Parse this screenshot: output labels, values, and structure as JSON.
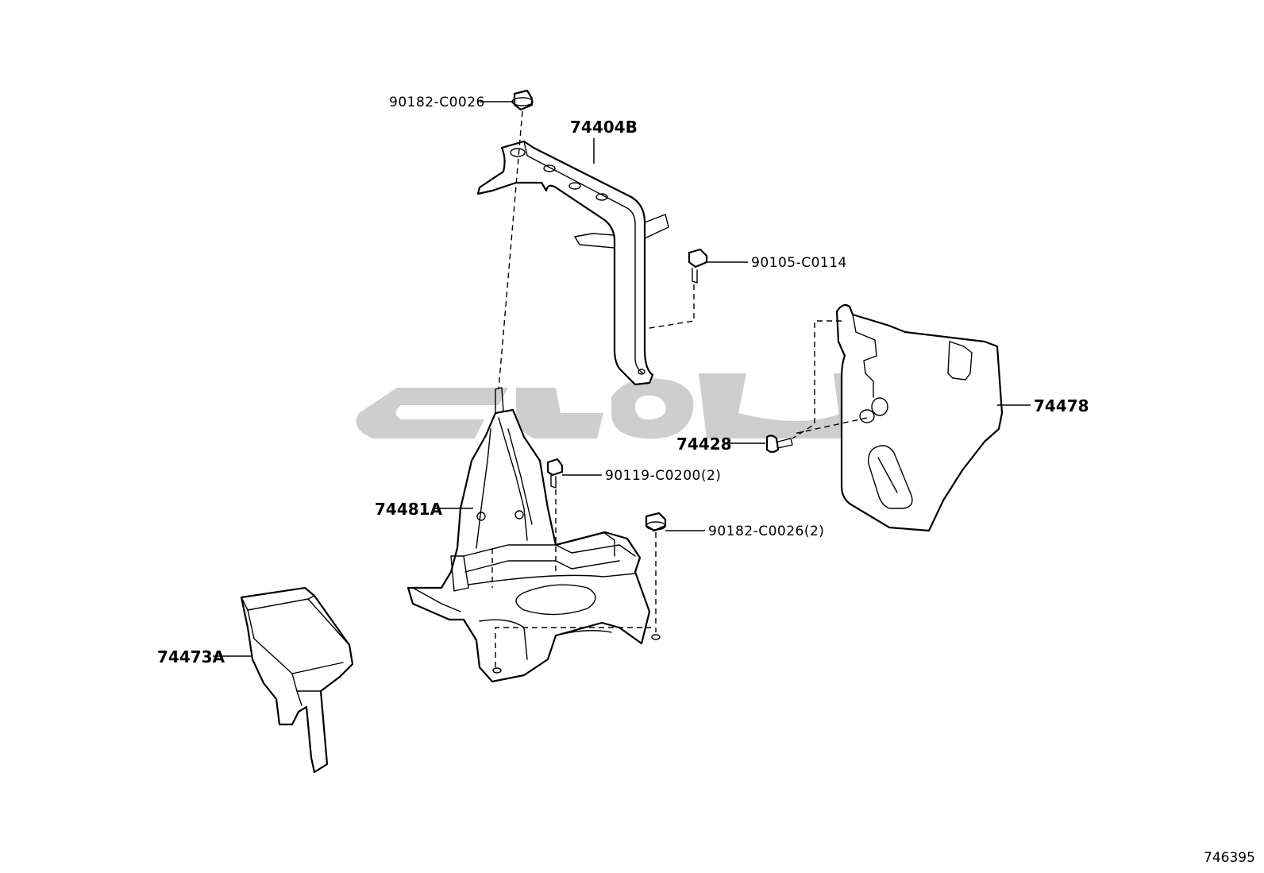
{
  "diagram": {
    "callouts": {
      "c1": "90182-C0026",
      "c2": "74404B",
      "c3": "90105-C0114",
      "c4": "74478",
      "c5": "74428",
      "c6": "90119-C0200(2)",
      "c7": "74481A",
      "c8": "90182-C0026(2)",
      "c9": "74473A"
    },
    "diagram_number": "746395"
  },
  "watermark": {
    "text": "یدکچی",
    "color": "#bdbdbd"
  }
}
